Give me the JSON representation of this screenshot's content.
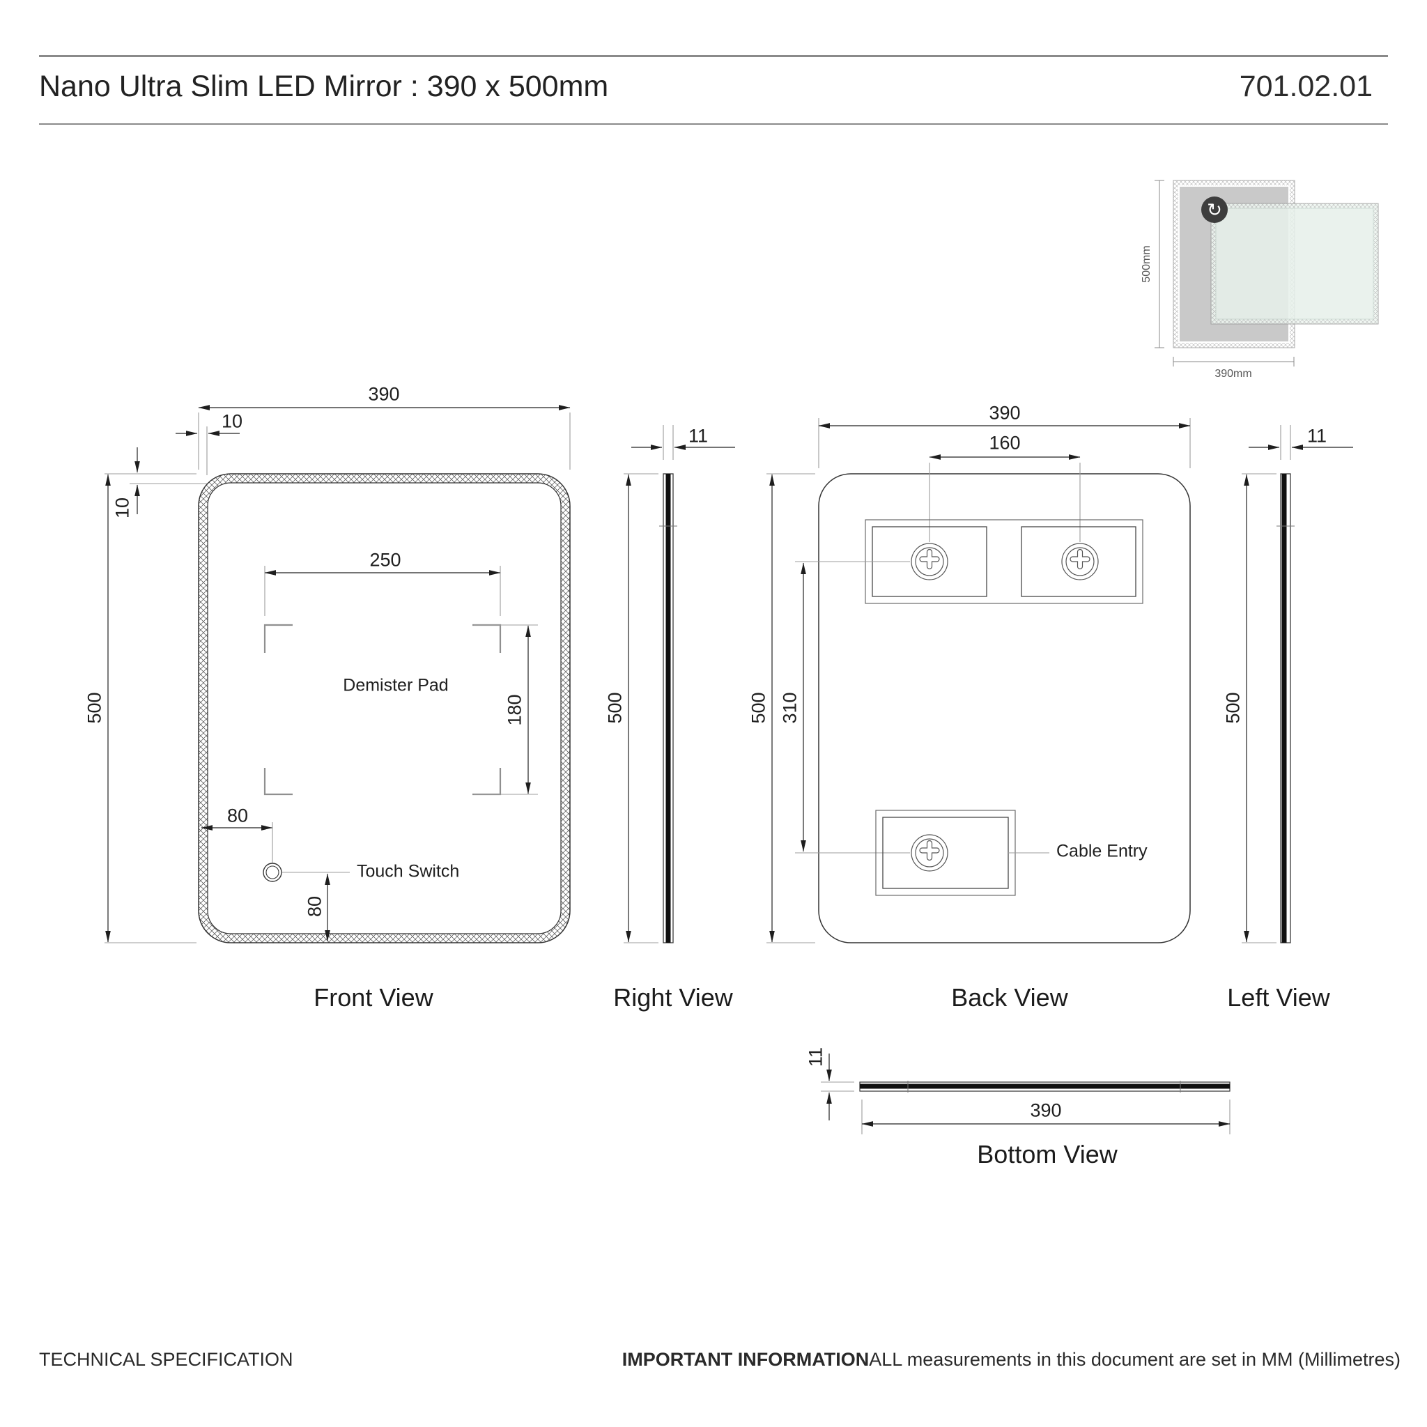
{
  "header": {
    "title": "Nano Ultra Slim LED Mirror : 390 x 500mm",
    "code": "701.02.01"
  },
  "thumbnail": {
    "height_label": "500mm",
    "width_label": "390mm",
    "rotate_icon_glyph": "↻"
  },
  "views": {
    "front": {
      "caption": "Front View",
      "dims": {
        "width": "390",
        "frame_top": "10",
        "frame_side": "10",
        "height": "500",
        "pad_width": "250",
        "pad_height": "180",
        "switch_offset_x": "80",
        "switch_offset_y": "80"
      },
      "labels": {
        "demister": "Demister Pad",
        "switch": "Touch Switch"
      }
    },
    "right": {
      "caption": "Right View",
      "dims": {
        "depth": "11",
        "height": "500"
      }
    },
    "back": {
      "caption": "Back View",
      "dims": {
        "width": "390",
        "screw_spacing": "160",
        "height": "500",
        "screw_drop": "310"
      },
      "labels": {
        "cable": "Cable Entry"
      }
    },
    "left": {
      "caption": "Left View",
      "dims": {
        "depth": "11",
        "height": "500"
      }
    },
    "bottom": {
      "caption": "Bottom View",
      "dims": {
        "depth": "11",
        "width": "390"
      }
    }
  },
  "footer": {
    "left": "TECHNICAL SPECIFICATION",
    "right_bold": "IMPORTANT INFORMATION",
    "right_rest": "ALL measurements in this document are set in MM (Millimetres)"
  },
  "colors": {
    "line": "#2e2e2e",
    "dim_line": "#222222",
    "ext_line": "#9c9c9c",
    "hatch": "#4a4a4a",
    "thumb_gray": "#c9c9c9",
    "thumb_mint": "#e7f1eb",
    "icon_bg": "#3d3d3d"
  }
}
